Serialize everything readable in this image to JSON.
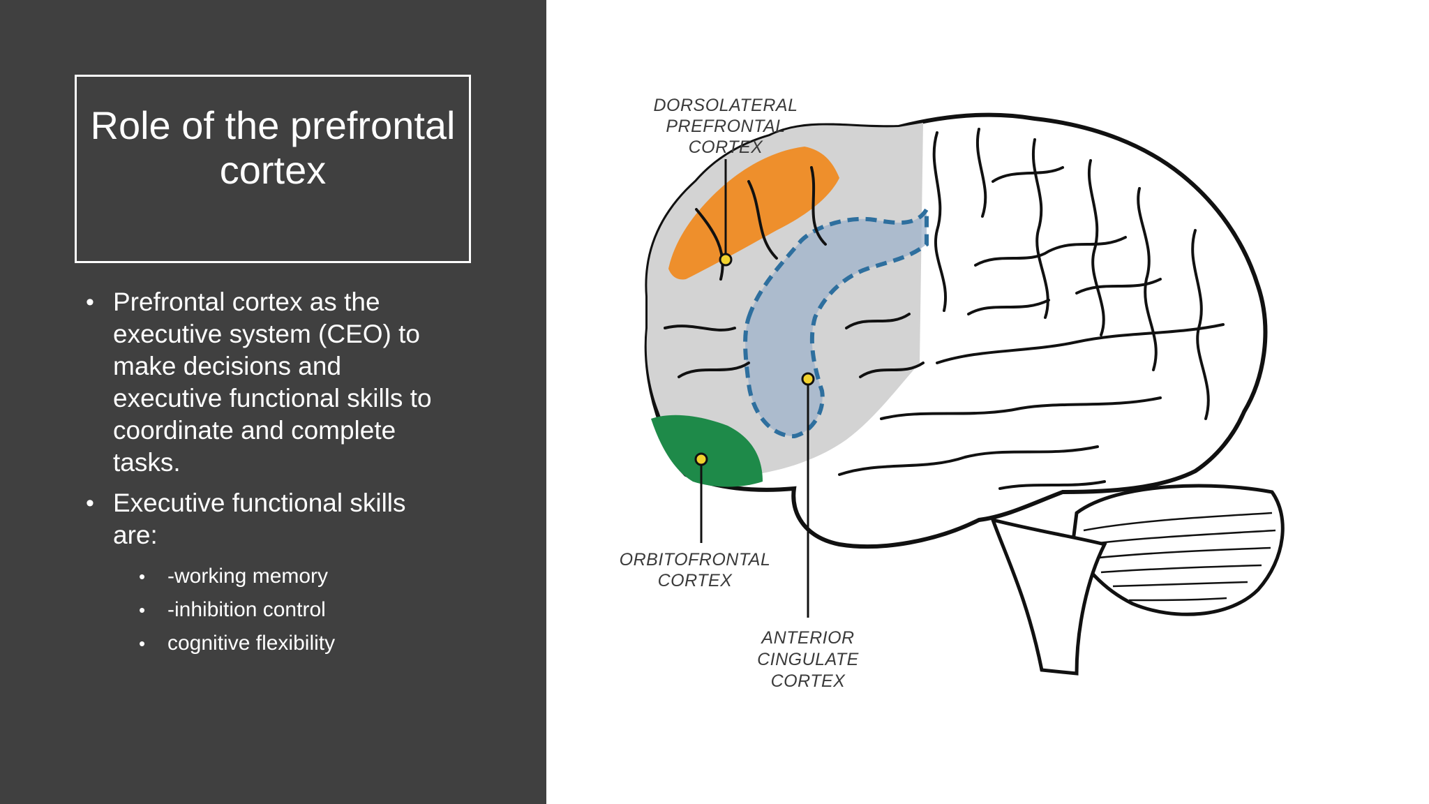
{
  "slide": {
    "title_lines": [
      "Role of the prefrontal",
      "cortex"
    ],
    "bullets": [
      {
        "lines": [
          "Prefrontal cortex as the",
          "executive system (CEO) to",
          "make decisions and",
          "executive functional skills to",
          "coordinate and complete",
          "tasks."
        ]
      },
      {
        "lines": [
          "Executive functional skills",
          "are:"
        ],
        "subitems": [
          "-working memory",
          "-inhibition control",
          "cognitive flexibility"
        ]
      }
    ]
  },
  "diagram": {
    "labels": {
      "dorsolateral": [
        "DORSOLATERAL",
        "PREFRONTAL",
        "CORTEX"
      ],
      "orbitofrontal": [
        "ORBITOFRONTAL",
        "CORTEX"
      ],
      "anterior_cingulate": [
        "ANTERIOR",
        "CINGULATE",
        "CORTEX"
      ]
    },
    "colors": {
      "dorsolateral": "#ee8f2c",
      "orbitofrontal": "#1e8a49",
      "anterior_cingulate": "#9fb3cb",
      "prefrontal_region": "#d3d3d3",
      "outline": "#111111",
      "dashed_outline": "#2e6f9e",
      "marker": "#f2d22e"
    }
  }
}
